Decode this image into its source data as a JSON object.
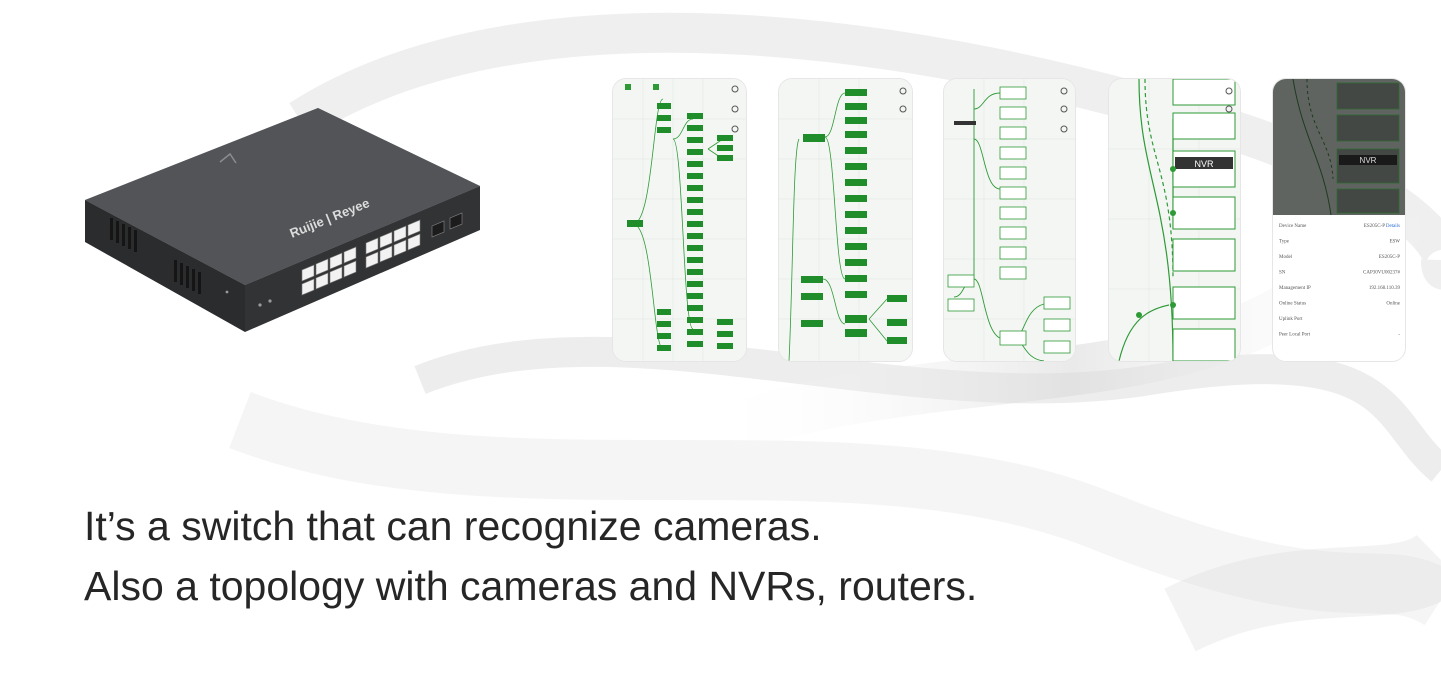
{
  "product": {
    "brand_label": "Ruijie",
    "sub_brand_label": "Reyee",
    "ports": 16,
    "sfp_ports": 2
  },
  "phone_screens": [
    {
      "name": "topology-tree-1"
    },
    {
      "name": "topology-tree-2"
    },
    {
      "name": "topology-tree-3"
    },
    {
      "name": "topology-nvr-1",
      "nvr_label": "NVR"
    },
    {
      "name": "device-details",
      "nvr_label": "NVR",
      "details": [
        {
          "label": "Device Name",
          "value": "ES205C-P",
          "link": "Details"
        },
        {
          "label": "Type",
          "value": "ESW"
        },
        {
          "label": "Model",
          "value": "ES205C-P"
        },
        {
          "label": "SN",
          "value": "CAP30VU00237#"
        },
        {
          "label": "Management IP",
          "value": "192.168.110.39"
        },
        {
          "label": "Online Status",
          "value": "Online"
        },
        {
          "label": "Uplink Port",
          "value": ""
        },
        {
          "label": "Peer Local Port",
          "value": "-"
        }
      ]
    }
  ],
  "caption": {
    "line1": "It’s a switch that can recognize cameras.",
    "line2": "Also a topology with cameras and NVRs, routers."
  },
  "colors": {
    "node_green": "#1f8e2a",
    "line_green": "#2d9a36",
    "device_body": "#3a3b3d",
    "text": "#262626"
  }
}
